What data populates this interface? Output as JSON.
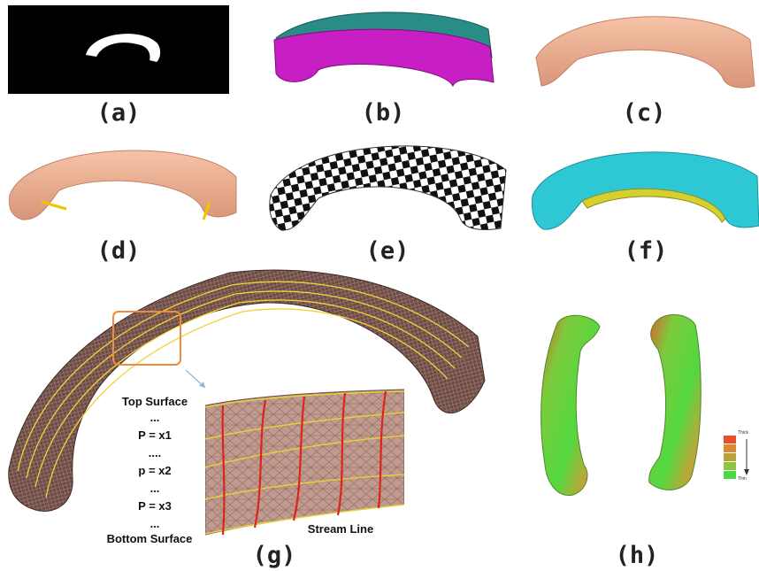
{
  "figure": {
    "captions": {
      "a": "(a)",
      "b": "(b)",
      "c": "(c)",
      "d": "(d)",
      "e": "(e)",
      "f": "(f)",
      "g": "(g)",
      "h": "(h)"
    },
    "panel_g": {
      "level_labels": [
        "Top Surface",
        "...",
        "P = x1",
        "....",
        "p = x2",
        "...",
        "P = x3",
        "...",
        "Bottom Surface"
      ],
      "stream_line_label": "Stream Line"
    },
    "panel_h": {
      "legend_top": "Thick",
      "legend_bottom": "Thin",
      "legend_colors": [
        "#e8502a",
        "#d98a2e",
        "#b9a23a",
        "#8cc640",
        "#4fd845"
      ]
    }
  }
}
